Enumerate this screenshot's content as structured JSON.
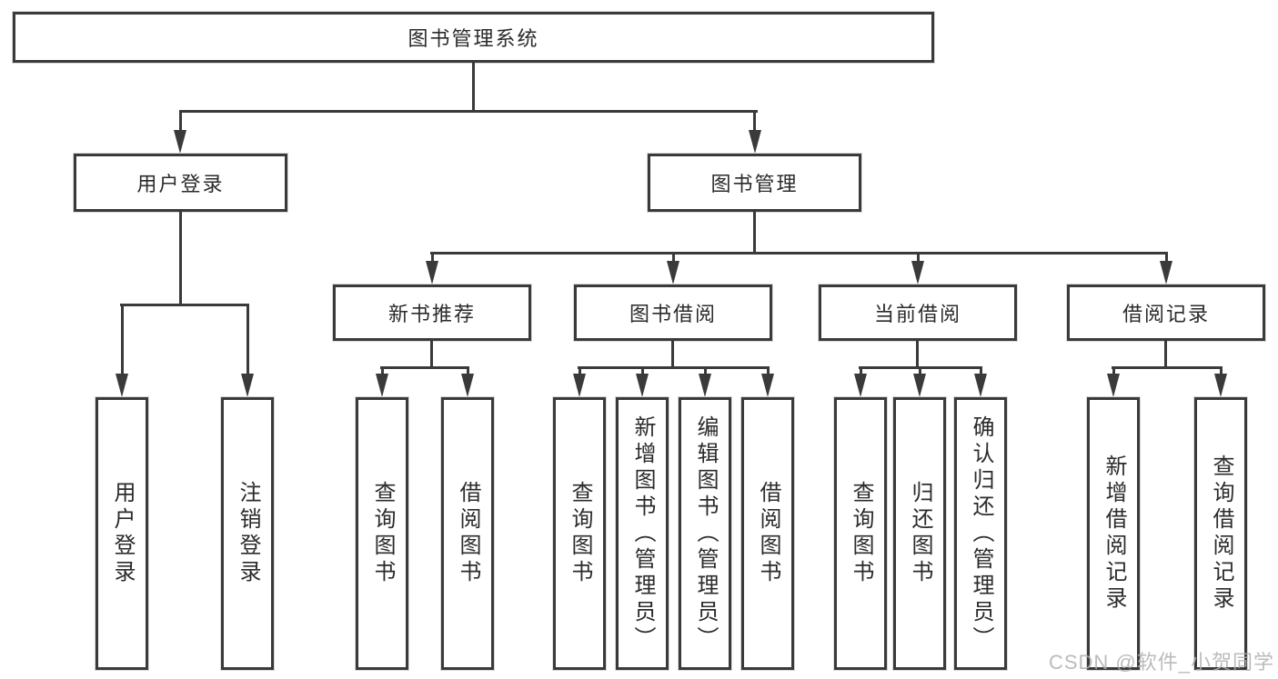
{
  "watermark": "CSDN @软件_小贺同学",
  "colors": {
    "line": "#3a3a3a",
    "text": "#2b2b2b",
    "background": "#ffffff",
    "watermark": "#afafaf"
  },
  "diagram": {
    "title": "图书管理系统",
    "branches": [
      {
        "label": "用户登录",
        "children": [
          {
            "label": "用户登录"
          },
          {
            "label": "注销登录"
          }
        ]
      },
      {
        "label": "图书管理",
        "children": [
          {
            "label": "新书推荐",
            "children": [
              {
                "label": "查询图书"
              },
              {
                "label": "借阅图书"
              }
            ]
          },
          {
            "label": "图书借阅",
            "children": [
              {
                "label": "查询图书"
              },
              {
                "label": "新增图书（管理员）"
              },
              {
                "label": "编辑图书（管理员）"
              },
              {
                "label": "借阅图书"
              }
            ]
          },
          {
            "label": "当前借阅",
            "children": [
              {
                "label": "查询图书"
              },
              {
                "label": "归还图书"
              },
              {
                "label": "确认归还（管理员）"
              }
            ]
          },
          {
            "label": "借阅记录",
            "children": [
              {
                "label": "新增借阅记录"
              },
              {
                "label": "查询借阅记录"
              }
            ]
          }
        ]
      }
    ]
  }
}
